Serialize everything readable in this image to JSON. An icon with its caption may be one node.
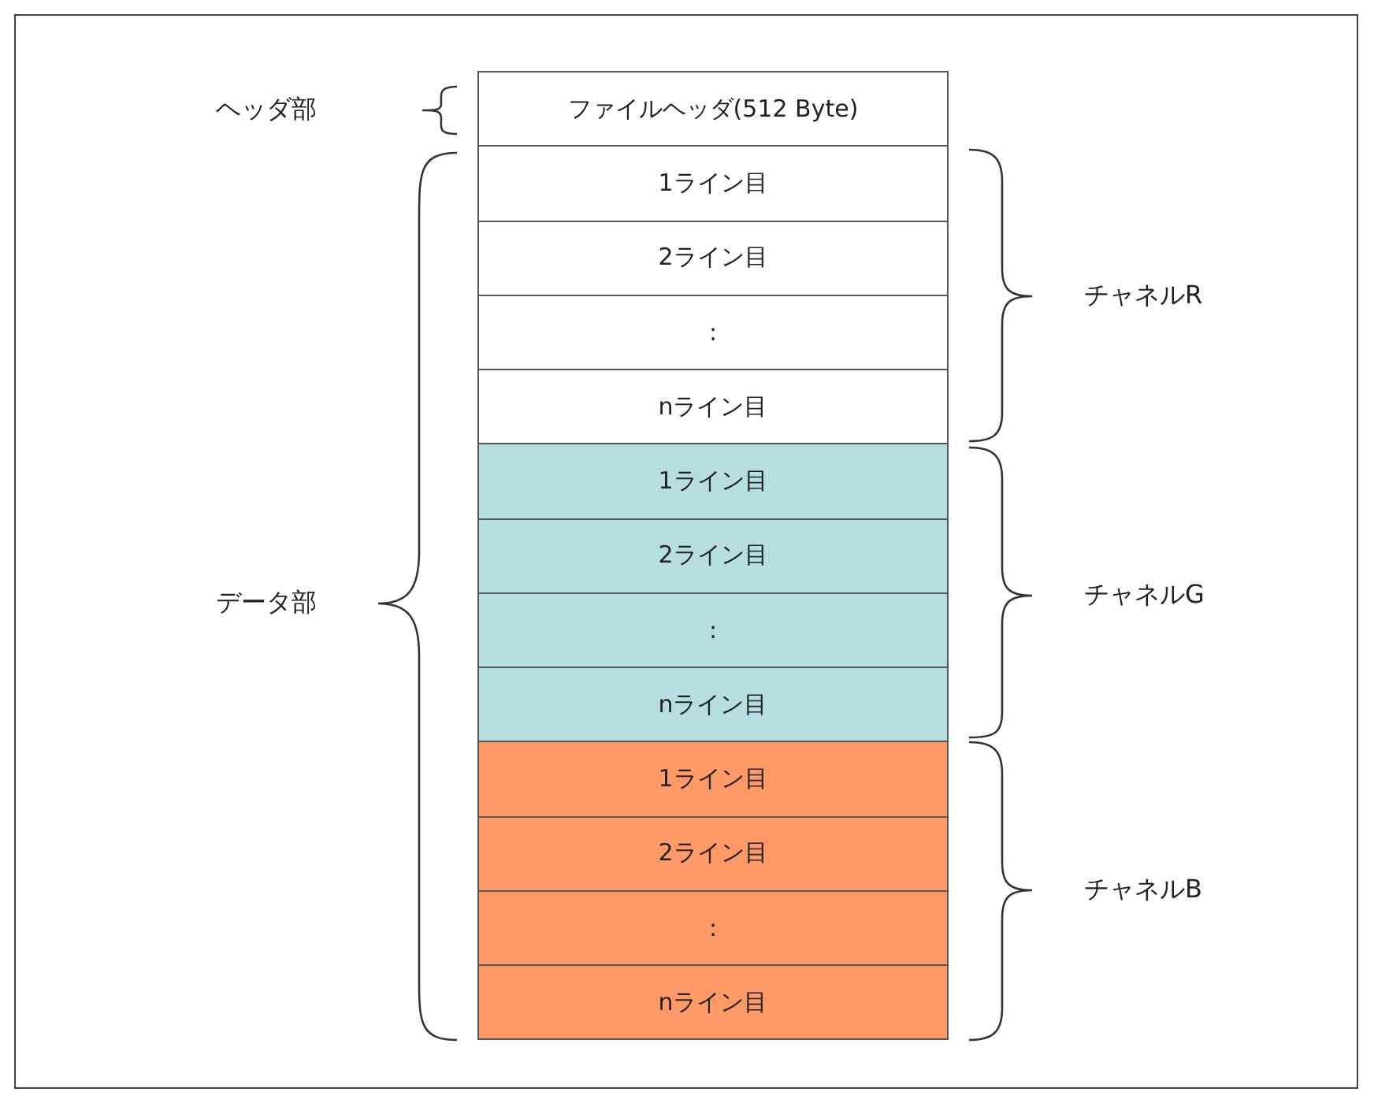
{
  "diagram": {
    "nodes": [
      {
        "text": [
          "ファイルヘッダ(512 Byte)"
        ]
      },
      {
        "text": [
          "1ライン目"
        ]
      },
      {
        "text": [
          "2ライン目"
        ]
      },
      {
        "text": [
          ":"
        ]
      },
      {
        "text": [
          "nライン目"
        ]
      },
      {
        "text": [
          "1ライン目"
        ]
      },
      {
        "text": [
          "2ライン目"
        ]
      },
      {
        "text": [
          ":"
        ]
      },
      {
        "text": [
          "nライン目"
        ]
      },
      {
        "text": [
          "1ライン目"
        ]
      },
      {
        "text": [
          "2ライン目"
        ]
      },
      {
        "text": [
          ":"
        ]
      },
      {
        "text": [
          "nライン目"
        ]
      }
    ],
    "labels": [
      "ヘッダ部",
      "チャネルR",
      "データ部",
      "チャネルG",
      "チャネルB"
    ]
  }
}
